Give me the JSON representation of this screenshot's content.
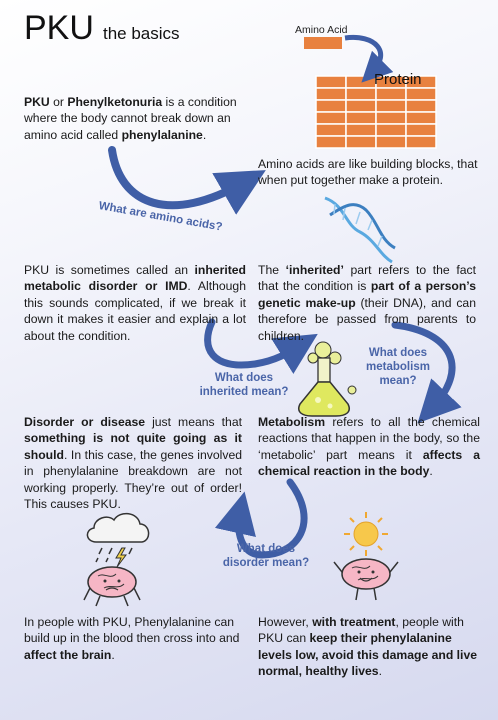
{
  "header": {
    "title": "PKU",
    "subtitle": "the basics"
  },
  "protein_diagram": {
    "amino_acid_label": "Amino Acid",
    "protein_label": "Protein",
    "block_color": "#e8813f"
  },
  "intro": {
    "parts": [
      {
        "t": "PKU",
        "b": true
      },
      {
        "t": " or ",
        "b": false
      },
      {
        "t": "Phenylketonuria",
        "b": true
      },
      {
        "t": " is a condition where the body cannot break down an amino acid called ",
        "b": false
      },
      {
        "t": "phenylalanine",
        "b": true
      },
      {
        "t": ".",
        "b": false
      }
    ]
  },
  "amino_acids": {
    "text": "Amino acids are like building blocks, that when put together make a protein."
  },
  "questions": {
    "amino": "What are amino acids?",
    "inherited": "What does inherited mean?",
    "metabolism": "What does metabolism mean?",
    "disorder": "What does disorder mean?"
  },
  "imd": {
    "parts": [
      {
        "t": "PKU is sometimes called an ",
        "b": false
      },
      {
        "t": "inherited metabolic disorder or IMD",
        "b": true
      },
      {
        "t": ". Although this sounds complicated, if we break it down it makes it easier and explain a lot about the condition.",
        "b": false
      }
    ]
  },
  "inherited": {
    "parts": [
      {
        "t": "The ",
        "b": false
      },
      {
        "t": "‘inherited’",
        "b": true
      },
      {
        "t": " part refers to the fact that the condition is ",
        "b": false
      },
      {
        "t": "part of a person’s genetic make-up",
        "b": true
      },
      {
        "t": " (their DNA), and can therefore be passed from parents to children.",
        "b": false
      }
    ]
  },
  "disorder": {
    "parts": [
      {
        "t": "Disorder or disease",
        "b": true
      },
      {
        "t": " just means that ",
        "b": false
      },
      {
        "t": "something is not quite going as it should",
        "b": true
      },
      {
        "t": ". In this case, the genes involved in phenylalanine breakdown are not working properly. They’re out of order! This causes PKU.",
        "b": false
      }
    ]
  },
  "metabolism": {
    "parts": [
      {
        "t": "Metabolism",
        "b": true
      },
      {
        "t": " refers to all the chemical reactions that happen in the body, so the ‘metabolic’ part means it ",
        "b": false
      },
      {
        "t": "affects a chemical reaction in the body",
        "b": true
      },
      {
        "t": ".",
        "b": false
      }
    ]
  },
  "brain_effect": {
    "parts": [
      {
        "t": "In people with PKU, Phenylalanine can build up in the blood then cross into and ",
        "b": false
      },
      {
        "t": "affect the brain",
        "b": true
      },
      {
        "t": ".",
        "b": false
      }
    ]
  },
  "treatment": {
    "parts": [
      {
        "t": "However, ",
        "b": false
      },
      {
        "t": "with treatment",
        "b": true
      },
      {
        "t": ", people with PKU can ",
        "b": false
      },
      {
        "t": "keep their phenylalanine levels low, avoid this damage and live normal, healthy lives",
        "b": true
      },
      {
        "t": ".",
        "b": false
      }
    ]
  },
  "colors": {
    "arrow": "#3f5ea6",
    "question": "#4a65a8",
    "dna": "#5aa9e0"
  }
}
